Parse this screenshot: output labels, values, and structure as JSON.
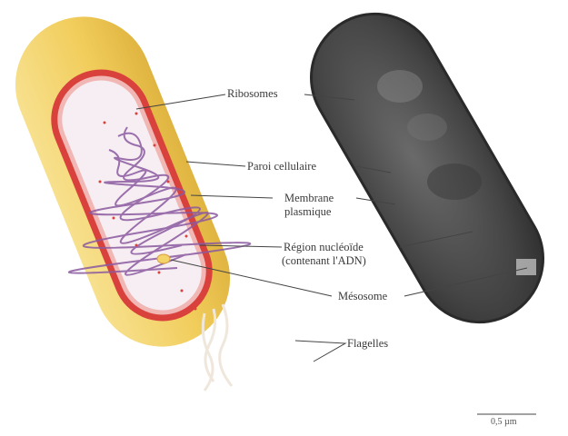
{
  "labels": {
    "ribosomes": "Ribosomes",
    "paroi": "Paroi cellulaire",
    "membrane_1": "Membrane",
    "membrane_2": "plasmique",
    "nucleoide_1": "Région nucléoïde",
    "nucleoide_2": "(contenant l'ADN)",
    "mesosome": "Mésosome",
    "flagelles": "Flagelles"
  },
  "scale_bar": {
    "label": "0,5 µm"
  },
  "colors": {
    "capsule": "#f3d36a",
    "wall": "#d9413c",
    "cytoplasm": "#f6eef2",
    "dna": "#8a5aa0",
    "micrograph": "#4a4a4a"
  }
}
